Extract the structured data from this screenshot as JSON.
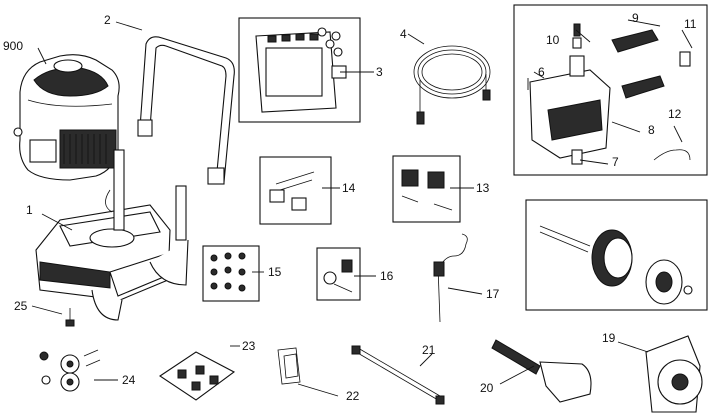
{
  "callouts": {
    "c900": "900",
    "c1": "1",
    "c2": "2",
    "c3": "3",
    "c4": "4",
    "c6": "6",
    "c7": "7",
    "c8": "8",
    "c9": "9",
    "c10": "10",
    "c11": "11",
    "c12": "12",
    "c13": "13",
    "c14": "14",
    "c15": "15",
    "c16": "16",
    "c17": "17",
    "c19": "19",
    "c20": "20",
    "c21": "21",
    "c22": "22",
    "c23": "23",
    "c24": "24",
    "c25": "25"
  },
  "icons": {
    "engine": "engine-icon",
    "frame": "frame-icon",
    "handle": "handle-icon",
    "panel": "control-panel-icon",
    "hose": "hose-icon",
    "pump": "pump-icon",
    "wheel": "wheel-icon",
    "reel": "hose-reel-icon",
    "wand": "spray-wand-icon",
    "lance": "extension-lance-icon",
    "gun": "spray-gun-icon"
  },
  "colors": {
    "ink": "#111111",
    "paper": "#ffffff"
  }
}
